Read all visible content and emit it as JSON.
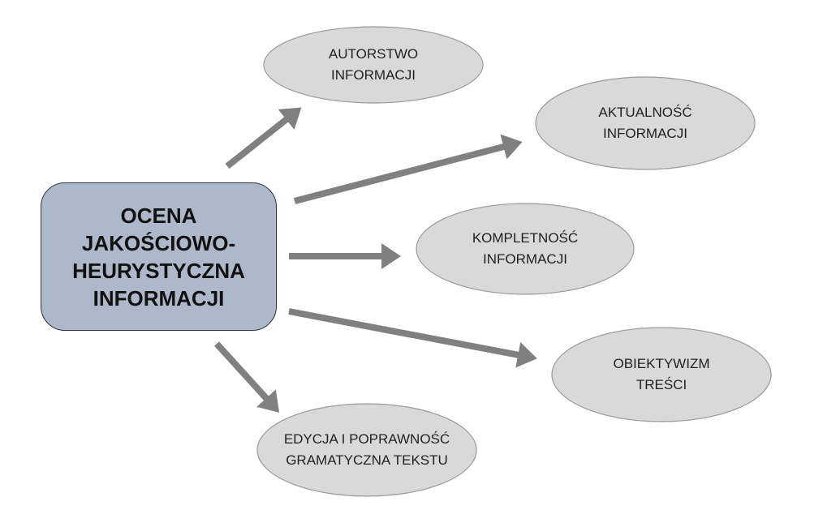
{
  "central": {
    "lines": [
      "OCENA",
      "JAKOŚCIOWO-",
      "HEURYSTYCZNA",
      "INFORMACJI"
    ]
  },
  "nodes": [
    {
      "lines": [
        "AUTORSTWO",
        "INFORMACJI"
      ]
    },
    {
      "lines": [
        "AKTUALNOŚĆ",
        "INFORMACJI"
      ]
    },
    {
      "lines": [
        "KOMPLETNOŚĆ",
        "INFORMACJI"
      ]
    },
    {
      "lines": [
        "OBIEKTYWIZM",
        "TREŚCI"
      ]
    },
    {
      "lines": [
        "EDYCJA I POPRAWNOŚĆ",
        "GRAMATYCZNA TEKSTU"
      ]
    }
  ],
  "colors": {
    "central_fill": "#adb9ca",
    "node_fill": "#d9d9d9",
    "arrow": "#808080"
  }
}
